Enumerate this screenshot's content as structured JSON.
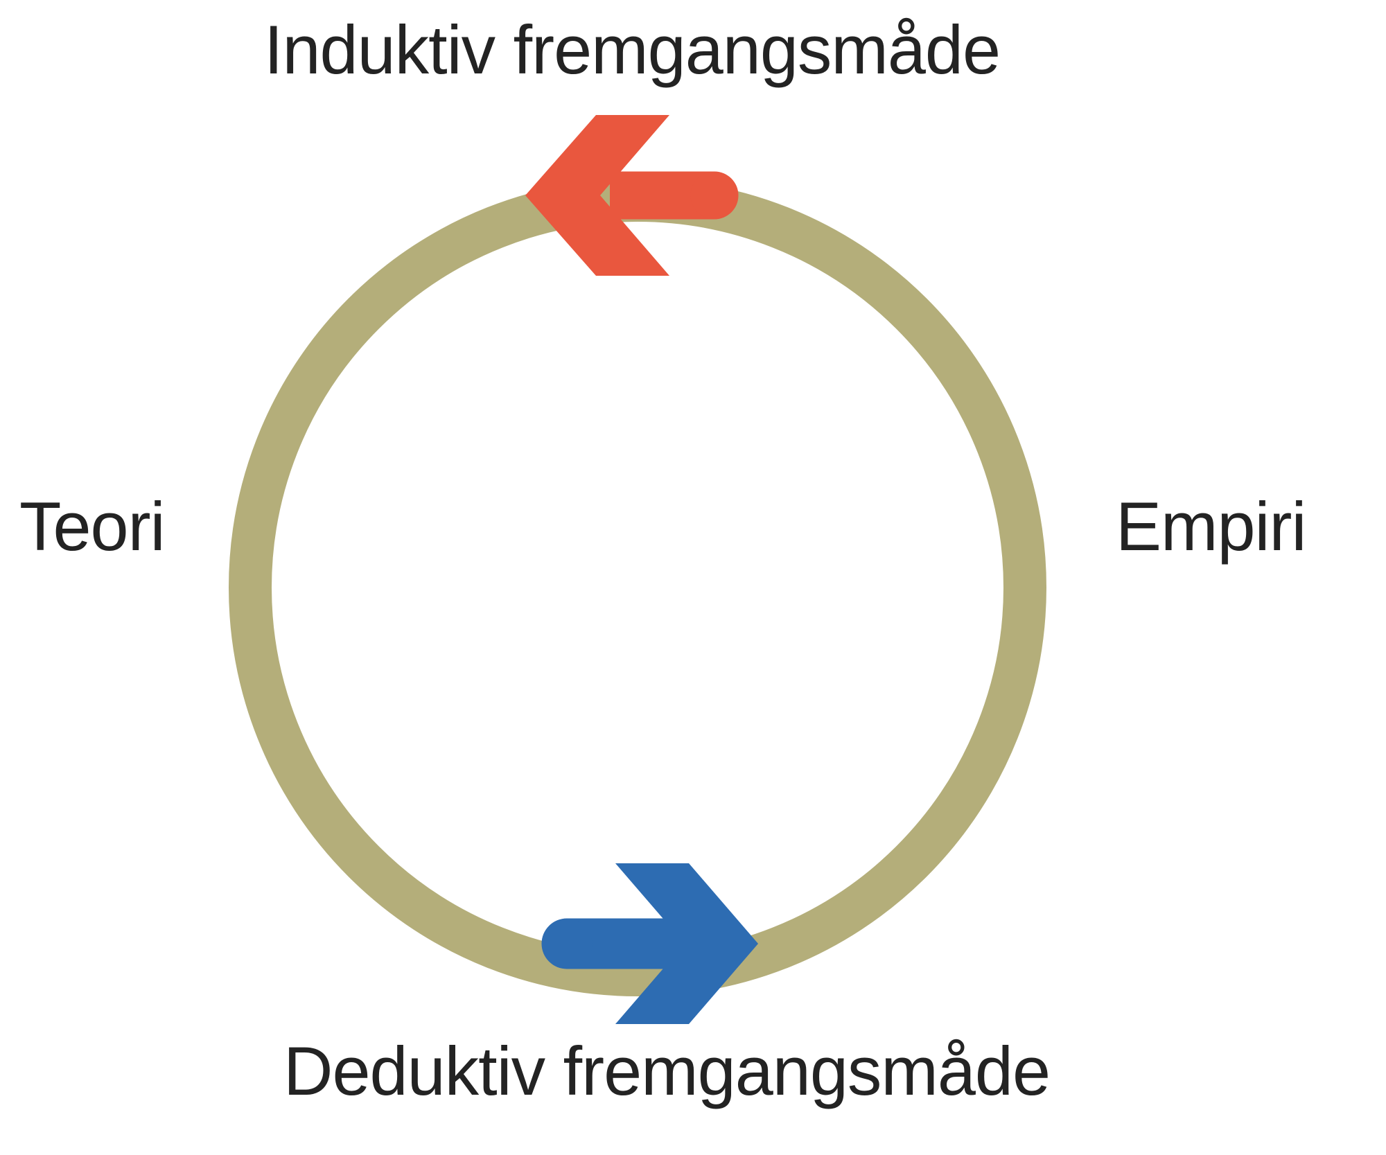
{
  "diagram": {
    "type": "cycle-diagram",
    "top_label": "Induktiv fremgangsmåde",
    "bottom_label": "Deduktiv fremgangsmåde",
    "left_node": "Teori",
    "right_node": "Empiri",
    "arrows": [
      {
        "name": "inductive",
        "label": "Induktiv fremgangsmåde",
        "direction": "left",
        "from": "Empiri",
        "to": "Teori"
      },
      {
        "name": "deductive",
        "label": "Deduktiv fremgangsmåde",
        "direction": "right",
        "from": "Teori",
        "to": "Empiri"
      }
    ],
    "colors": {
      "ring": "#B4AE7A",
      "inductive_arrow": "#E9573E",
      "deductive_arrow": "#2D6CB2",
      "text": "#232323",
      "background": "#FFFFFF"
    }
  }
}
